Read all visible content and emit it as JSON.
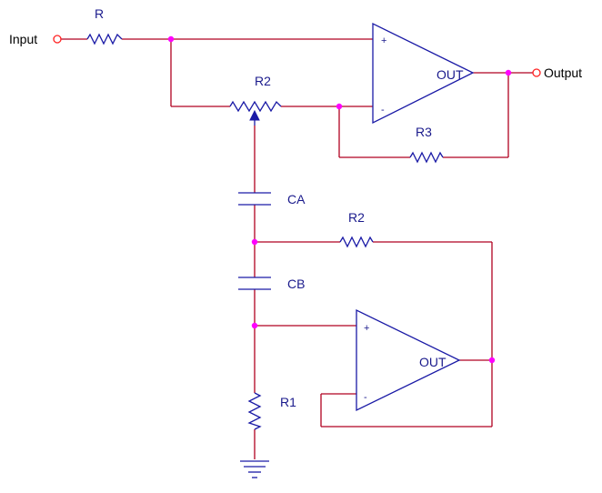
{
  "labels": {
    "input": "Input",
    "output": "Output",
    "r": "R",
    "r2_pot": "R2",
    "r3": "R3",
    "ca": "CA",
    "cb": "CB",
    "r2_lower": "R2",
    "r1": "R1",
    "opamp1_out": "OUT",
    "opamp2_out": "OUT",
    "plus": "+",
    "minus": "-"
  },
  "colors": {
    "wire": "#b00020",
    "component": "#1a1aa6",
    "junction": "#ff00ff",
    "terminal": "#ff2020"
  }
}
